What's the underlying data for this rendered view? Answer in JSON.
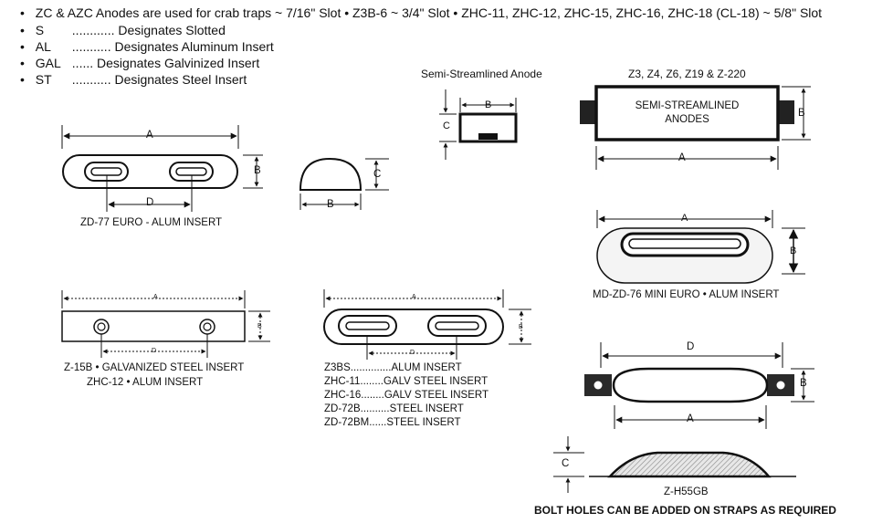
{
  "notes": [
    {
      "sym": "•",
      "key": "",
      "text": "ZC & AZC Anodes are used for crab traps  ~  7/16\" Slot  •  Z3B-6  ~  3/4\" Slot  •  ZHC-11, ZHC-12, ZHC-15, ZHC-16, ZHC-18 (CL-18)  ~  5/8\" Slot"
    },
    {
      "sym": "•",
      "key": "S",
      "text": "............ Designates Slotted"
    },
    {
      "sym": "•",
      "key": "AL",
      "text": "........... Designates Aluminum Insert"
    },
    {
      "sym": "•",
      "key": "GAL",
      "text": "...... Designates Galvinized Insert"
    },
    {
      "sym": "•",
      "key": "ST",
      "text": "........... Designates Steel Insert"
    }
  ],
  "dims": {
    "a": "A",
    "b": "B",
    "c": "C",
    "d": "D"
  },
  "titles": {
    "semi_streamlined": "Semi-Streamlined Anode",
    "z_models": "Z3, Z4, Z6, Z19 & Z-220",
    "box_line1": "SEMI-STREAMLINED",
    "box_line2": "ANODES"
  },
  "captions": {
    "zd77": "ZD-77 EURO - ALUM INSERT",
    "mdzd76": "MD-ZD-76 MINI EURO  •  ALUM INSERT",
    "z15b_line1": "Z-15B  •  GALVANIZED STEEL INSERT",
    "z15b_line2": "ZHC-12  •  ALUM INSERT",
    "zh55gb": "Z-H55GB",
    "footer": "BOLT HOLES CAN BE ADDED ON STRAPS AS REQUIRED"
  },
  "model_list": [
    {
      "model": "Z3BS",
      "dots": "..............",
      "insert": "ALUM INSERT"
    },
    {
      "model": "ZHC-11",
      "dots": "........",
      "insert": "GALV STEEL INSERT"
    },
    {
      "model": "ZHC-16",
      "dots": "........",
      "insert": "GALV STEEL INSERT"
    },
    {
      "model": "ZD-72B",
      "dots": "..........",
      "insert": "STEEL INSERT"
    },
    {
      "model": "ZD-72BM",
      "dots": "......",
      "insert": "STEEL INSERT"
    }
  ]
}
